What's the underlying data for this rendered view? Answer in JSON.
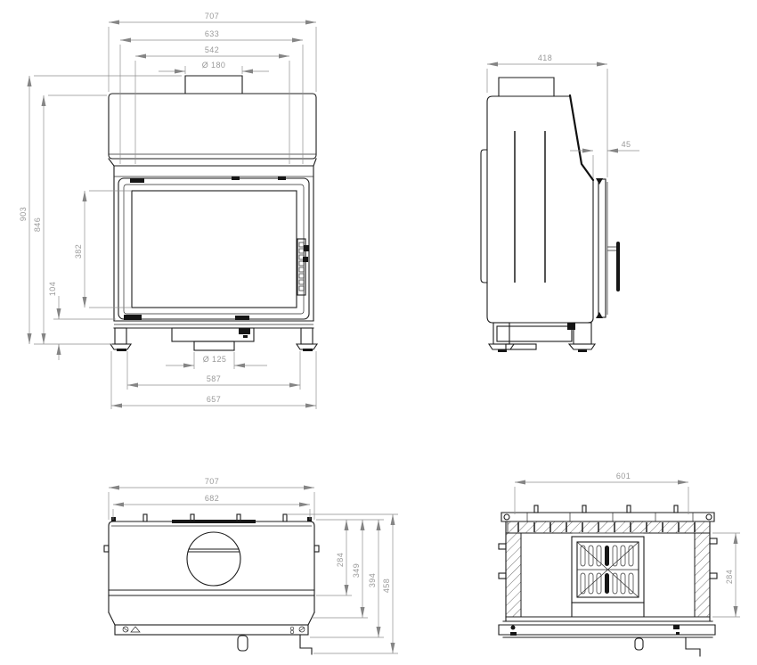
{
  "document": {
    "colors": {
      "outline": "#1c1c1c",
      "dimension_lines": "#8f8f8f",
      "dimension_text": "#9a9a9a",
      "background": "#ffffff"
    }
  },
  "views": {
    "front": {
      "dims": {
        "overall_width": "707",
        "hood_width": "633",
        "inner_width": "542",
        "flue_diameter": "Ø 180",
        "total_height": "903",
        "body_height": "846",
        "glass_height": "382",
        "base_height": "104",
        "outlet_diameter": "Ø 125",
        "feet_spacing": "587",
        "base_width": "657"
      }
    },
    "side": {
      "dims": {
        "body_depth": "418",
        "door_depth": "45"
      }
    },
    "top": {
      "dims": {
        "overall_width": "707",
        "body_width": "682",
        "depth_band": "284",
        "depth_step": "349",
        "depth_front": "394",
        "depth_total": "458"
      }
    },
    "section": {
      "dims": {
        "inner_width": "601",
        "inner_depth": "284"
      }
    }
  }
}
